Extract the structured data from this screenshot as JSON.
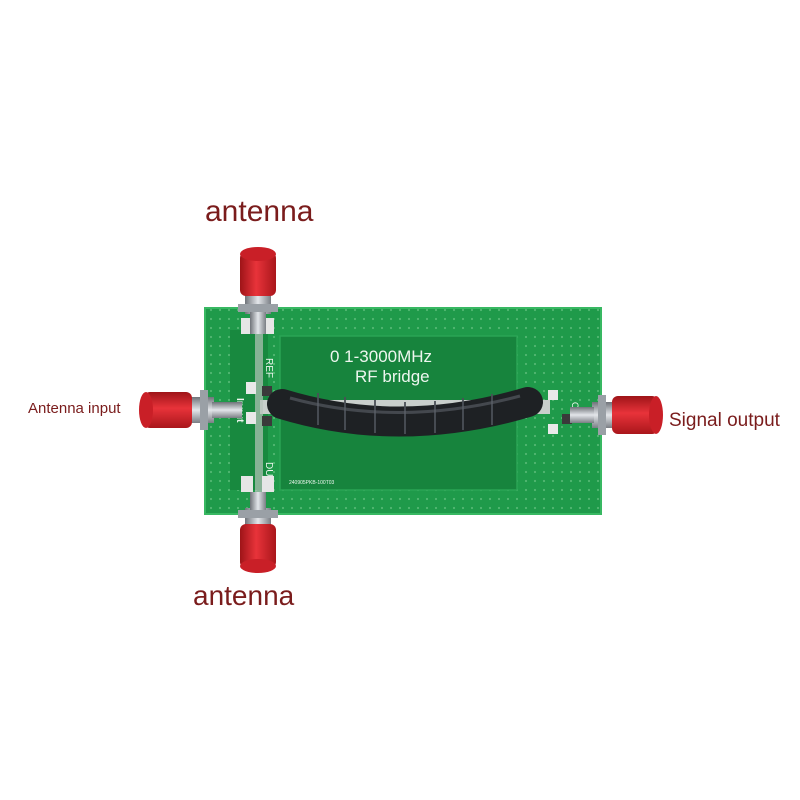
{
  "labels": {
    "antenna_top": "antenna",
    "antenna_bottom": "antenna",
    "antenna_input": "Antenna input",
    "signal_output": "Signal output"
  },
  "board": {
    "silkscreen_title_line1": "0 1-3000MHz",
    "silkscreen_title_line2": "RF bridge",
    "pad_labels": {
      "ref": "REF",
      "input": "Input",
      "dut": "DUT",
      "out": "OUT"
    },
    "serial": "240905PKB-100T03"
  },
  "colors": {
    "pcb_green": "#1f9a4a",
    "pcb_edge": "#25a852",
    "connector_red": "#d8212a",
    "label_text": "#7a1c1c",
    "ferrite": "#2b2e33"
  }
}
